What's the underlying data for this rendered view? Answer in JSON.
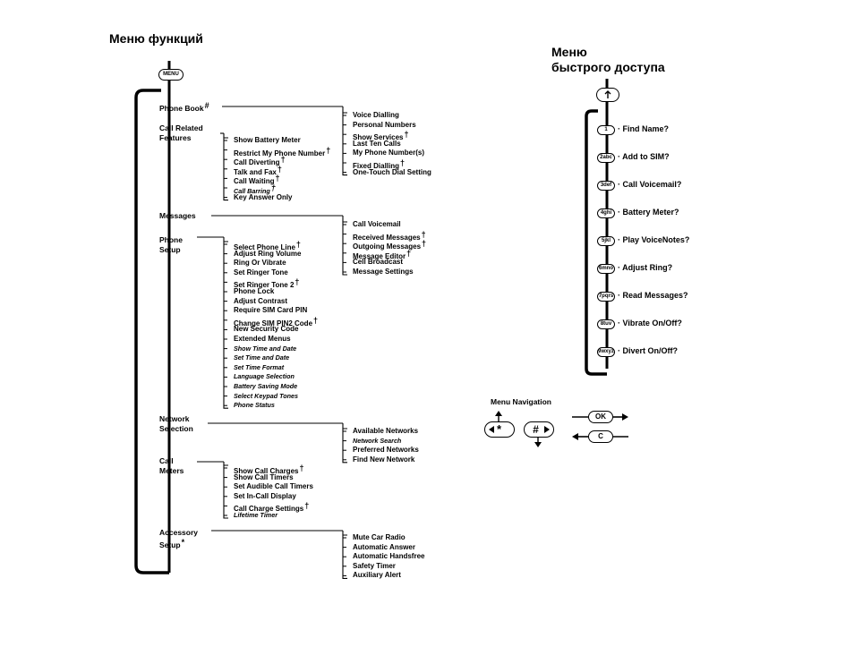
{
  "main_title": "Меню функций",
  "quick_title": [
    "Меню",
    "быстрого доступа"
  ],
  "menu_button": "MENU",
  "categories": [
    {
      "id": "phonebook",
      "lines": [
        "Phone Book"
      ],
      "mark": "#",
      "items": [
        {
          "t": "Voice Dialling"
        },
        {
          "t": "Personal Numbers"
        },
        {
          "t": "Show Services",
          "m": "†"
        },
        {
          "t": "Last Ten Calls"
        },
        {
          "t": "My Phone Number(s)"
        },
        {
          "t": "Fixed Dialling",
          "m": "†"
        },
        {
          "t": "One-Touch Dial Setting"
        }
      ]
    },
    {
      "id": "callrelated",
      "lines": [
        "Call Related",
        "Features"
      ],
      "mark": "",
      "items": [
        {
          "t": "Show Battery Meter"
        },
        {
          "t": "Restrict My Phone Number",
          "m": "†"
        },
        {
          "t": "Call Diverting",
          "m": "†"
        },
        {
          "t": "Talk and Fax",
          "m": "†"
        },
        {
          "t": "Call Waiting",
          "m": "†"
        },
        {
          "t": "Call Barring",
          "m": "†",
          "i": true
        },
        {
          "t": "Key Answer Only"
        }
      ]
    },
    {
      "id": "messages",
      "lines": [
        "Messages"
      ],
      "mark": "",
      "items": [
        {
          "t": "Call Voicemail"
        },
        {
          "t": "Received Messages",
          "m": "†"
        },
        {
          "t": "Outgoing Messages",
          "m": "†"
        },
        {
          "t": "Message Editor",
          "m": "†"
        },
        {
          "t": "Cell Broadcast"
        },
        {
          "t": "Message Settings"
        }
      ]
    },
    {
      "id": "phonesetup",
      "lines": [
        "Phone",
        "Setup"
      ],
      "mark": "",
      "items": [
        {
          "t": "Select Phone Line",
          "m": "†"
        },
        {
          "t": "Adjust Ring Volume"
        },
        {
          "t": "Ring Or Vibrate"
        },
        {
          "t": "Set Ringer Tone"
        },
        {
          "t": "Set Ringer Tone 2",
          "m": "†"
        },
        {
          "t": "Phone Lock"
        },
        {
          "t": "Adjust Contrast"
        },
        {
          "t": "Require SIM Card PIN"
        },
        {
          "t": "Change SIM PIN2 Code",
          "m": "†"
        },
        {
          "t": "New Security Code"
        },
        {
          "t": "Extended Menus"
        },
        {
          "t": "Show Time and Date",
          "i": true
        },
        {
          "t": "Set Time and Date",
          "i": true
        },
        {
          "t": "Set Time Format",
          "i": true
        },
        {
          "t": "Language Selection",
          "i": true
        },
        {
          "t": "Battery Saving Mode",
          "i": true
        },
        {
          "t": "Select Keypad Tones",
          "i": true
        },
        {
          "t": "Phone Status",
          "i": true
        }
      ]
    },
    {
      "id": "network",
      "lines": [
        "Network",
        "Selection"
      ],
      "mark": "",
      "items": [
        {
          "t": "Available Networks"
        },
        {
          "t": "Network Search",
          "i": true
        },
        {
          "t": "Preferred Networks"
        },
        {
          "t": "Find New Network"
        }
      ]
    },
    {
      "id": "callmeters",
      "lines": [
        "Call",
        "Meters"
      ],
      "mark": "",
      "items": [
        {
          "t": "Show Call Charges",
          "m": "†"
        },
        {
          "t": "Show Call Timers"
        },
        {
          "t": "Set Audible Call Timers"
        },
        {
          "t": "Set In-Call Display"
        },
        {
          "t": "Call Charge Settings",
          "m": "†"
        },
        {
          "t": "Lifetime Timer",
          "i": true
        }
      ]
    },
    {
      "id": "accessory",
      "lines": [
        "Accessory",
        "Setup"
      ],
      "mark": "*",
      "items": [
        {
          "t": "Mute Car Radio"
        },
        {
          "t": "Automatic Answer"
        },
        {
          "t": "Automatic Handsfree"
        },
        {
          "t": "Safety Timer"
        },
        {
          "t": "Auxiliary Alert"
        }
      ]
    }
  ],
  "quick_access": [
    {
      "key": "1",
      "label": "· Find Name?"
    },
    {
      "key": "2abc",
      "label": "· Add to SIM?"
    },
    {
      "key": "3def",
      "label": "· Call Voicemail?"
    },
    {
      "key": "4ghi",
      "label": "· Battery Meter?"
    },
    {
      "key": "5jkl",
      "label": "· Play VoiceNotes?"
    },
    {
      "key": "6mno",
      "label": "· Adjust Ring?"
    },
    {
      "key": "7pqrs",
      "label": "· Read Messages?"
    },
    {
      "key": "8tuv",
      "label": "· Vibrate On/Off?"
    },
    {
      "key": "9wxyz",
      "label": "· Divert On/Off?"
    }
  ],
  "navigation": {
    "label": "Menu Navigation",
    "left_key": "*",
    "right_key": "#",
    "ok": "OK",
    "c": "C"
  }
}
